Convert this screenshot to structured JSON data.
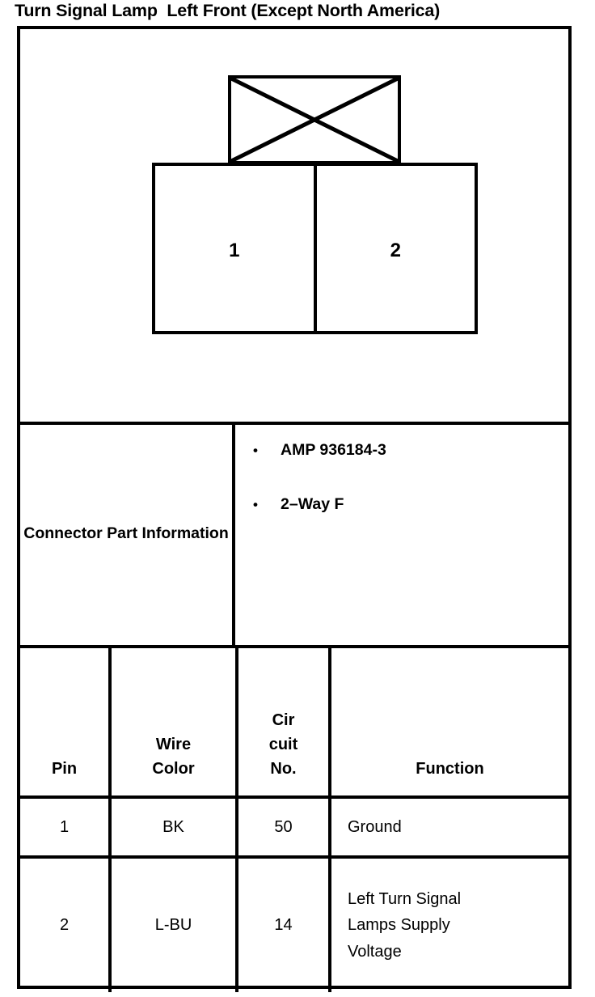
{
  "page_title": "Turn Signal Lamp  Left Front (Except North America)",
  "diagram": {
    "top_box_icon": "crossed-box-icon",
    "pins": [
      {
        "label": "1"
      },
      {
        "label": "2"
      }
    ]
  },
  "connector_part_information": {
    "label": "Connector Part\nInformation",
    "bullet_glyph": "•",
    "items": [
      "AMP 936184-3",
      "2–Way F"
    ]
  },
  "pin_table": {
    "headers": {
      "pin": "Pin",
      "wire_color": "Wire\nColor",
      "circuit_no": "Cir\ncuit\nNo.",
      "function": "Function"
    },
    "rows": [
      {
        "pin": "1",
        "wire_color": "BK",
        "circuit_no": "50",
        "function": "Ground"
      },
      {
        "pin": "2",
        "wire_color": "L-BU",
        "circuit_no": "14",
        "function": "Left Turn Signal\nLamps Supply\nVoltage"
      }
    ]
  },
  "colors": {
    "ink": "#000000",
    "paper": "#ffffff"
  }
}
